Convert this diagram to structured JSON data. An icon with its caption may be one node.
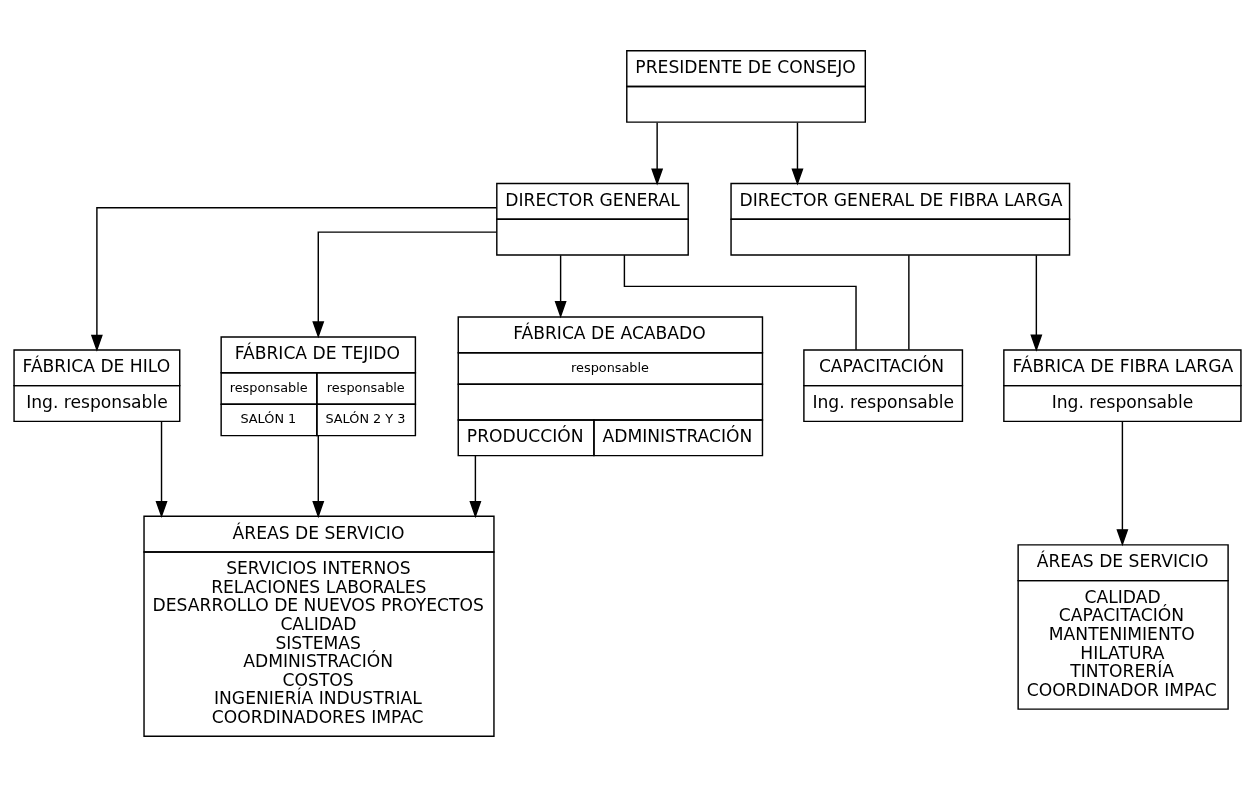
{
  "diagram": {
    "nodes": [
      {
        "text": [
          "PRESIDENTE DE CONSEJO"
        ]
      },
      {
        "text": [
          "DIRECTOR GENERAL"
        ]
      },
      {
        "text": [
          "DIRECTOR GENERAL DE FIBRA LARGA"
        ]
      },
      {
        "text": [
          "CAPACITACIÓN",
          "Ing. responsable"
        ]
      },
      {
        "text": [
          "FÁBRICA DE HILO",
          "Ing. responsable"
        ]
      },
      {
        "text": [
          "FÁBRICA DE TEJIDO",
          "responsable",
          "responsable",
          "SALÓN 1",
          "SALÓN 2 Y 3"
        ]
      },
      {
        "text": [
          "FÁBRICA DE ACABADO",
          "responsable",
          "PRODUCCIÓN",
          "ADMINISTRACIÓN"
        ]
      },
      {
        "text": [
          "FÁBRICA DE FIBRA LARGA",
          "Ing. responsable"
        ]
      },
      {
        "text": [
          "ÁREAS DE SERVICIO",
          "SERVICIOS INTERNOS",
          "RELACIONES LABORALES",
          "DESARROLLO DE NUEVOS PROYECTOS",
          "CALIDAD",
          "SISTEMAS",
          "ADMINISTRACIÓN",
          "COSTOS",
          "INGENIERÍA INDUSTRIAL",
          "COORDINADORES IMPAC"
        ]
      },
      {
        "text": [
          "ÁREAS DE SERVICIO",
          "CALIDAD",
          "CAPACITACIÓN",
          "MANTENIMIENTO",
          "HILATURA",
          "TINTORERÍA",
          "COORDINADOR IMPAC"
        ]
      }
    ],
    "edges": [
      {
        "from": 0,
        "to": 1,
        "arrow": "to"
      },
      {
        "from": 0,
        "to": 2,
        "arrow": "to"
      },
      {
        "from": 1,
        "to": 3,
        "arrow": "none"
      },
      {
        "from": 2,
        "to": 3,
        "arrow": "none"
      },
      {
        "from": 1,
        "to": 4,
        "arrow": "to"
      },
      {
        "from": 1,
        "to": 5,
        "arrow": "to"
      },
      {
        "from": 1,
        "to": 6,
        "arrow": "to"
      },
      {
        "from": 2,
        "to": 7,
        "arrow": "to"
      },
      {
        "from": 4,
        "to": 8,
        "arrow": "to"
      },
      {
        "from": 5,
        "to": 8,
        "arrow": "to"
      },
      {
        "from": 6,
        "to": 8,
        "arrow": "to"
      },
      {
        "from": 7,
        "to": 9,
        "arrow": "to"
      }
    ]
  }
}
